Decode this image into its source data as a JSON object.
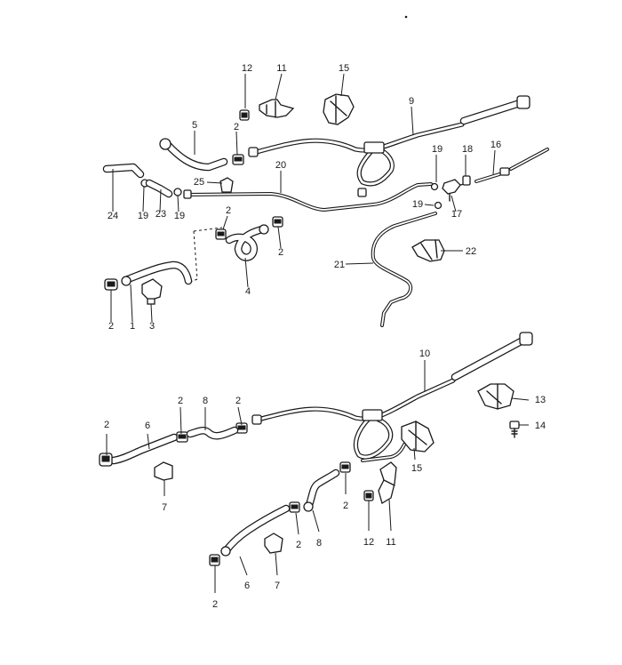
{
  "callouts": [
    {
      "id": "c12a",
      "text": "12"
    },
    {
      "id": "c11a",
      "text": "11"
    },
    {
      "id": "c15a",
      "text": "15"
    },
    {
      "id": "c9",
      "text": "9"
    },
    {
      "id": "c5",
      "text": "5"
    },
    {
      "id": "c2a",
      "text": "2"
    },
    {
      "id": "c16",
      "text": "16"
    },
    {
      "id": "c19a",
      "text": "19"
    },
    {
      "id": "c18",
      "text": "18"
    },
    {
      "id": "c20",
      "text": "20"
    },
    {
      "id": "c25",
      "text": "25"
    },
    {
      "id": "c19b",
      "text": "19"
    },
    {
      "id": "c17",
      "text": "17"
    },
    {
      "id": "c24",
      "text": "24"
    },
    {
      "id": "c19c",
      "text": "19"
    },
    {
      "id": "c23",
      "text": "23"
    },
    {
      "id": "c19d",
      "text": "19"
    },
    {
      "id": "c2b",
      "text": "2"
    },
    {
      "id": "c2c",
      "text": "2"
    },
    {
      "id": "c22",
      "text": "22"
    },
    {
      "id": "c21",
      "text": "21"
    },
    {
      "id": "c4",
      "text": "4"
    },
    {
      "id": "c2d",
      "text": "2"
    },
    {
      "id": "c1",
      "text": "1"
    },
    {
      "id": "c3",
      "text": "3"
    },
    {
      "id": "c10",
      "text": "10"
    },
    {
      "id": "c13",
      "text": "13"
    },
    {
      "id": "c14",
      "text": "14"
    },
    {
      "id": "c2e",
      "text": "2"
    },
    {
      "id": "c8a",
      "text": "8"
    },
    {
      "id": "c2f",
      "text": "2"
    },
    {
      "id": "c2g",
      "text": "2"
    },
    {
      "id": "c6a",
      "text": "6"
    },
    {
      "id": "c15b",
      "text": "15"
    },
    {
      "id": "c7a",
      "text": "7"
    },
    {
      "id": "c2h",
      "text": "2"
    },
    {
      "id": "c2i",
      "text": "2"
    },
    {
      "id": "c8b",
      "text": "8"
    },
    {
      "id": "c12b",
      "text": "12"
    },
    {
      "id": "c11b",
      "text": "11"
    },
    {
      "id": "c6b",
      "text": "6"
    },
    {
      "id": "c7b",
      "text": "7"
    },
    {
      "id": "c2j",
      "text": "2"
    }
  ]
}
